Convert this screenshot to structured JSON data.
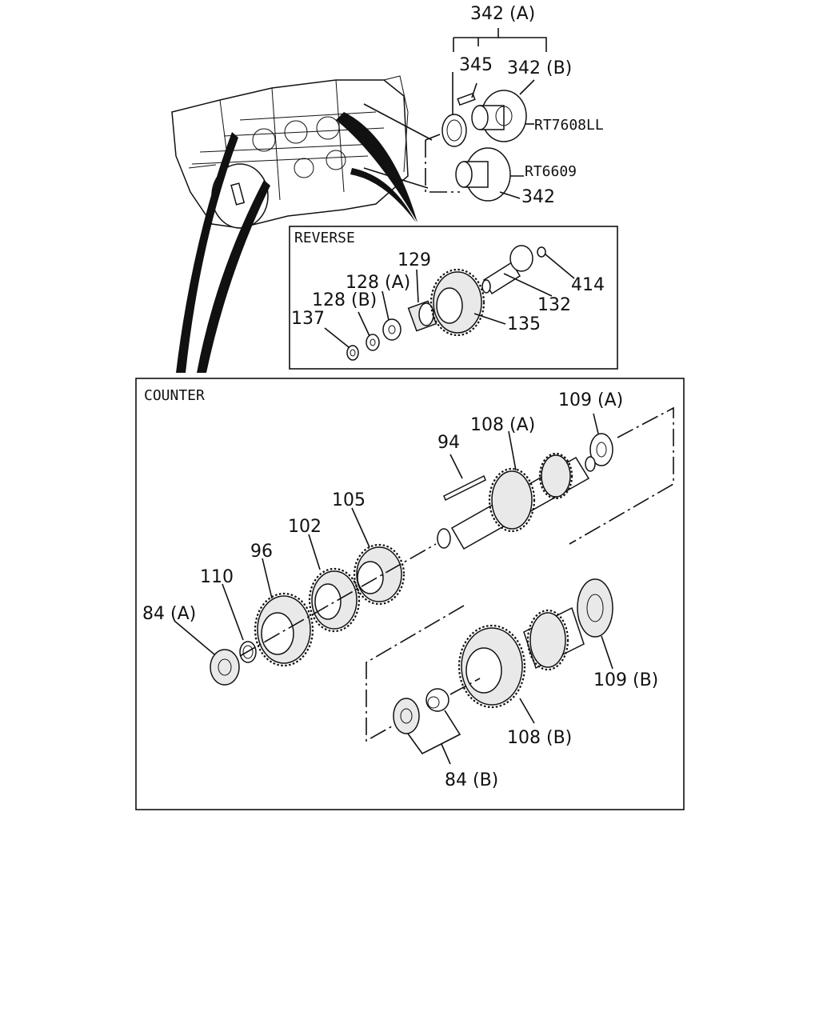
{
  "diagram": {
    "top_labels": {
      "p342a": "342 (A)",
      "p345": "345",
      "p342b": "342 (B)",
      "rt7608": "RT7608LL",
      "rt6609": "RT6609",
      "p342": "342"
    },
    "reverse": {
      "title": "REVERSE",
      "labels": {
        "p129": "129",
        "p128a": "128 (A)",
        "p128b": "128 (B)",
        "p137": "137",
        "p414": "414",
        "p132": "132",
        "p135": "135"
      }
    },
    "counter": {
      "title": "COUNTER",
      "labels": {
        "p109a": "109 (A)",
        "p108a": "108 (A)",
        "p94": "94",
        "p105": "105",
        "p102": "102",
        "p96": "96",
        "p110": "110",
        "p84a": "84 (A)",
        "p109b": "109 (B)",
        "p108b": "108 (B)",
        "p84b": "84 (B)"
      }
    }
  }
}
